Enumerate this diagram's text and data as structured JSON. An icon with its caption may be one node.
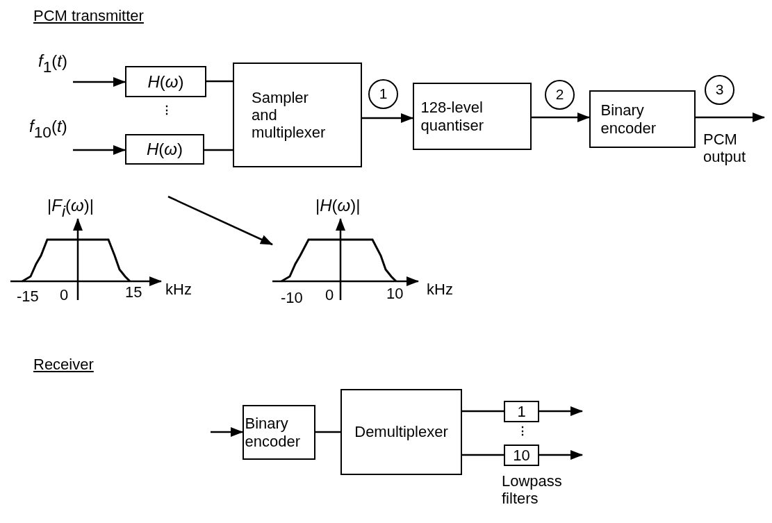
{
  "diagram": {
    "nodes": [
      {
        "text": [
          "*f*$_{1}$(*t*)"
        ]
      },
      {
        "text": [
          "*H*(*ω*)"
        ]
      },
      {
        "text": [
          "*f*$_{10}$(*t*)"
        ]
      },
      {
        "text": [
          "*H*(*ω*)"
        ]
      },
      {
        "text": [
          "Sampler and multiplexer"
        ]
      },
      {
        "text": [
          "1"
        ]
      },
      {
        "text": [
          "128-level quantiser"
        ]
      },
      {
        "text": [
          "2"
        ]
      },
      {
        "text": [
          "Binary encoder"
        ]
      },
      {
        "text": [
          "3"
        ]
      },
      {
        "text": [
          "|*F*$_{i}$(*ω*)|"
        ]
      },
      {
        "text": [
          "|*H*(*ω*)|"
        ]
      },
      {
        "text": [
          "Binary encoder"
        ]
      },
      {
        "text": [
          "Demultiplexer"
        ]
      },
      {
        "text": [
          "1"
        ]
      },
      {
        "text": [
          "10"
        ]
      }
    ],
    "edges": [
      {
        "from": 0,
        "to": 1,
        "arrow": "to"
      },
      {
        "from": 2,
        "to": 3,
        "arrow": "to"
      },
      {
        "from": 1,
        "to": 4,
        "arrow": "none"
      },
      {
        "from": 3,
        "to": 4,
        "arrow": "none"
      },
      {
        "from": 4,
        "to": 6,
        "arrow": "to"
      },
      {
        "from": 6,
        "to": 8,
        "arrow": "to"
      },
      {
        "from": 8,
        "to": null,
        "arrow": "to"
      },
      {
        "from": 10,
        "to": 11,
        "arrow": "to"
      },
      {
        "from": null,
        "to": 12,
        "arrow": "to"
      },
      {
        "from": 12,
        "to": 13,
        "arrow": "none"
      },
      {
        "from": 13,
        "to": 14,
        "arrow": "none"
      },
      {
        "from": 13,
        "to": 15,
        "arrow": "none"
      },
      {
        "from": 14,
        "to": null,
        "arrow": "to"
      },
      {
        "from": 15,
        "to": null,
        "arrow": "to"
      }
    ],
    "labels": [
      "PCM transmitter",
      "⋮",
      "PCM output",
      "-15",
      "0",
      "15",
      "kHz",
      "-10",
      "0",
      "10",
      "kHz",
      "Receiver",
      "⋮",
      "Lowpass filters"
    ]
  }
}
